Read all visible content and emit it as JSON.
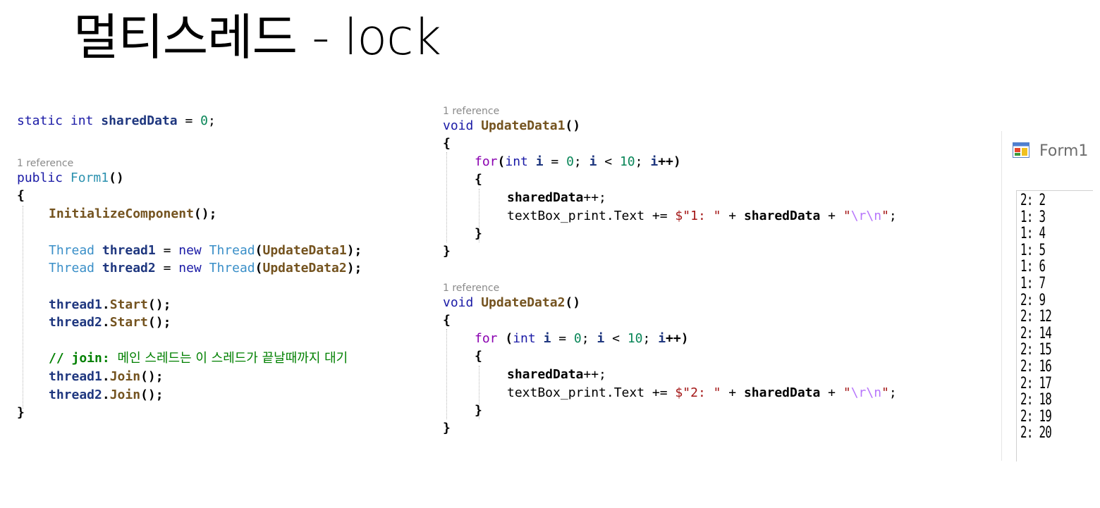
{
  "slide": {
    "title": "멀티스레드 - lock"
  },
  "left_code": {
    "line1": {
      "kw1": "static",
      "kw2": "int",
      "var": "sharedData",
      "rest": " = ",
      "num": "0",
      "end": ";"
    },
    "ref": "1 reference",
    "line3": {
      "kw": "public",
      "fn": "Form1",
      "end": "()"
    },
    "brace_open": "{",
    "line5": {
      "fn": "InitializeComponent",
      "end": "();"
    },
    "line6": {
      "t1": "Thread",
      "var": "thread1",
      "eq": " = ",
      "kw": "new",
      "t2": "Thread",
      "p1": "(",
      "arg": "UpdateData1",
      "p2": ");"
    },
    "line7": {
      "t1": "Thread",
      "var": "thread2",
      "eq": " = ",
      "kw": "new",
      "t2": "Thread",
      "p1": "(",
      "arg": "UpdateData2",
      "p2": ");"
    },
    "line8": {
      "var": "thread1",
      "dot": ".",
      "fn": "Start",
      "end": "();"
    },
    "line9": {
      "var": "thread2",
      "dot": ".",
      "fn": "Start",
      "end": "();"
    },
    "line10": {
      "prefix": "// join: ",
      "text": "메인 스레드는 이 스레드가 끝날때까지 대기"
    },
    "line11": {
      "var": "thread1",
      "dot": ".",
      "fn": "Join",
      "end": "();"
    },
    "line12": {
      "var": "thread2",
      "dot": ".",
      "fn": "Join",
      "end": "();"
    },
    "brace_close": "}"
  },
  "right_code": {
    "block1": {
      "ref": "1 reference",
      "sig": {
        "kw": "void",
        "fn": "UpdateData1",
        "end": "()"
      },
      "open": "{",
      "for": {
        "kw": "for",
        "p1": "(",
        "kw2": "int",
        "i1": "i",
        "eq": " = ",
        "n0": "0",
        "sc1": "; ",
        "i2": "i",
        "lt": " < ",
        "n10": "10",
        "sc2": "; ",
        "i3": "i",
        "inc": "++)"
      },
      "inner_open": "{",
      "stmt1": {
        "var": "sharedData",
        "end": "++;"
      },
      "stmt2": {
        "a": "textBox_print.Text += ",
        "d": "$",
        "s1": "\"1: \"",
        "plus1": " + ",
        "var": "sharedData",
        "plus2": " + ",
        "q1": "\"",
        "esc": "\\r\\n",
        "q2": "\"",
        "end": ";"
      },
      "inner_close": "}",
      "close": "}"
    },
    "block2": {
      "ref": "1 reference",
      "sig": {
        "kw": "void",
        "fn": "UpdateData2",
        "end": "()"
      },
      "open": "{",
      "for": {
        "kw": "for",
        "p1": " (",
        "kw2": "int",
        "i1": "i",
        "eq": " = ",
        "n0": "0",
        "sc1": "; ",
        "i2": "i",
        "lt": " < ",
        "n10": "10",
        "sc2": "; ",
        "i3": "i",
        "inc": "++)"
      },
      "inner_open": "{",
      "stmt1": {
        "var": "sharedData",
        "end": "++;"
      },
      "stmt2": {
        "a": "textBox_print.Text += ",
        "d": "$",
        "s1": "\"2: \"",
        "plus1": " + ",
        "var": "sharedData",
        "plus2": " + ",
        "q1": "\"",
        "esc": "\\r\\n",
        "q2": "\"",
        "end": ";"
      },
      "inner_close": "}",
      "close": "}"
    }
  },
  "form": {
    "title": "Form1",
    "icon": "windows-form-icon",
    "output_lines": [
      "2: 2",
      "1: 3",
      "1: 4",
      "1: 5",
      "1: 6",
      "1: 7",
      "2: 9",
      "2: 12",
      "2: 14",
      "2: 15",
      "2: 16",
      "2: 17",
      "2: 18",
      "2: 19",
      "2: 20"
    ]
  },
  "colors": {
    "keyword": "#1a1aa6",
    "control": "#8a00b0",
    "type": "#2b91af",
    "method": "#74531f",
    "variable": "#1f377f",
    "string": "#a31515",
    "escape": "#b776fb",
    "comment": "#008000"
  }
}
